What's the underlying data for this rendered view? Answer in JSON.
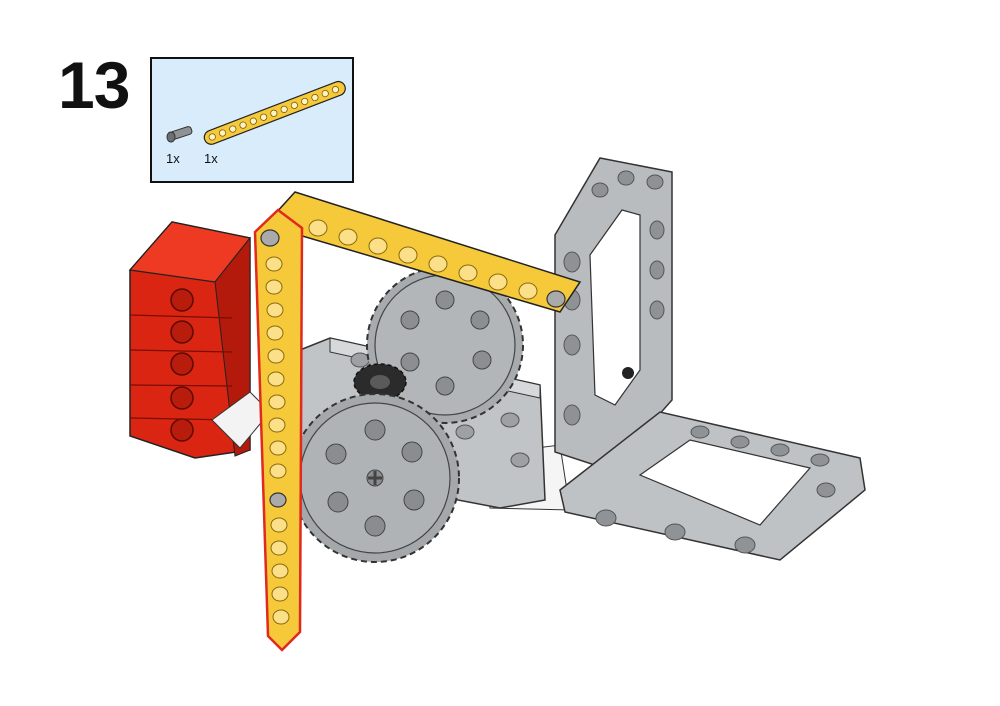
{
  "step": {
    "number": "13"
  },
  "parts_list": {
    "items": [
      {
        "icon": "pin-icon",
        "quantity": "1x"
      },
      {
        "icon": "yellow-beam-icon",
        "quantity": "1x"
      }
    ]
  },
  "colors": {
    "background": "#ffffff",
    "parts_box": "#d8ecfb",
    "beam_yellow": "#f6c93a",
    "highlight_red": "#e02a1e",
    "frame_gray": "#b9bcbe",
    "gear_gray": "#a8abad",
    "brick_red": "#d92511"
  }
}
